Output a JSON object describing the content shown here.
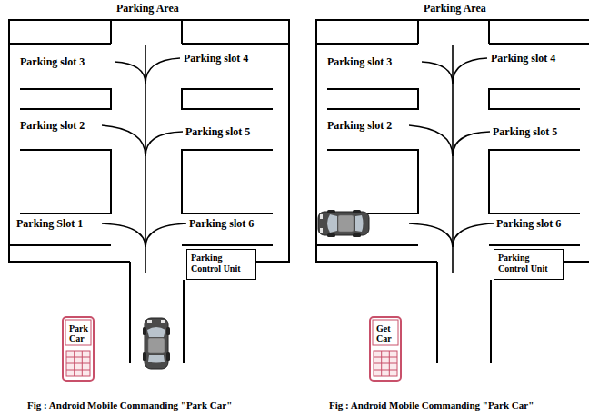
{
  "diagram": {
    "nodes": [
      {
        "text": [
          "Parking Control Unit"
        ]
      },
      {
        "text": [
          "Park Car"
        ]
      },
      {
        "text": [
          "Parking Control Unit"
        ]
      },
      {
        "text": [
          "Get Car"
        ]
      }
    ],
    "labels": [
      "Parking Area",
      "Parking slot 3",
      "Parking slot 4",
      "Parking slot 2",
      "Parking slot 5",
      "Parking Slot 1",
      "Parking slot 6",
      "Fig : Android Mobile Commanding \"Park Car\"",
      "Parking Area",
      "Parking slot 3",
      "Parking slot 4",
      "Parking slot 2",
      "Parking slot 5",
      "Parking slot 6",
      "Fig : Android Mobile Commanding \"Park Car\""
    ]
  }
}
